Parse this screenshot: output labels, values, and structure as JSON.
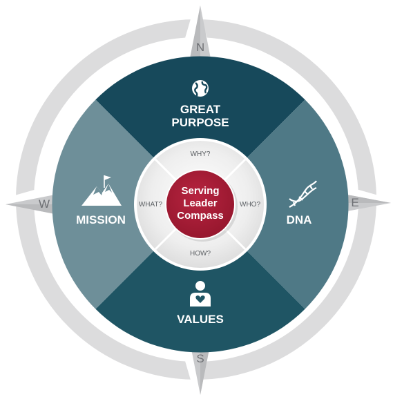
{
  "center": {
    "lines": [
      "Serving",
      "Leader",
      "Compass"
    ]
  },
  "questions": {
    "top": "WHY?",
    "left": "WHAT?",
    "right": "WHO?",
    "bottom": "HOW?"
  },
  "segments": {
    "top": {
      "line1": "GREAT",
      "line2": "PURPOSE",
      "icon": "globe-icon"
    },
    "left": {
      "label": "MISSION",
      "icon": "mountain-flag-icon"
    },
    "right": {
      "label": "DNA",
      "icon": "dna-icon"
    },
    "bottom": {
      "label": "VALUES",
      "icon": "person-heart-icon"
    }
  },
  "directions": {
    "n": "N",
    "e": "E",
    "s": "S",
    "w": "W"
  },
  "colors": {
    "top": "#17495b",
    "left": "#6e8f99",
    "right": "#4f7986",
    "bottom": "#1f5564",
    "center": "#a31c34",
    "compass_gray": "#dcdcdd",
    "needle_gray": "#c9cacc"
  }
}
